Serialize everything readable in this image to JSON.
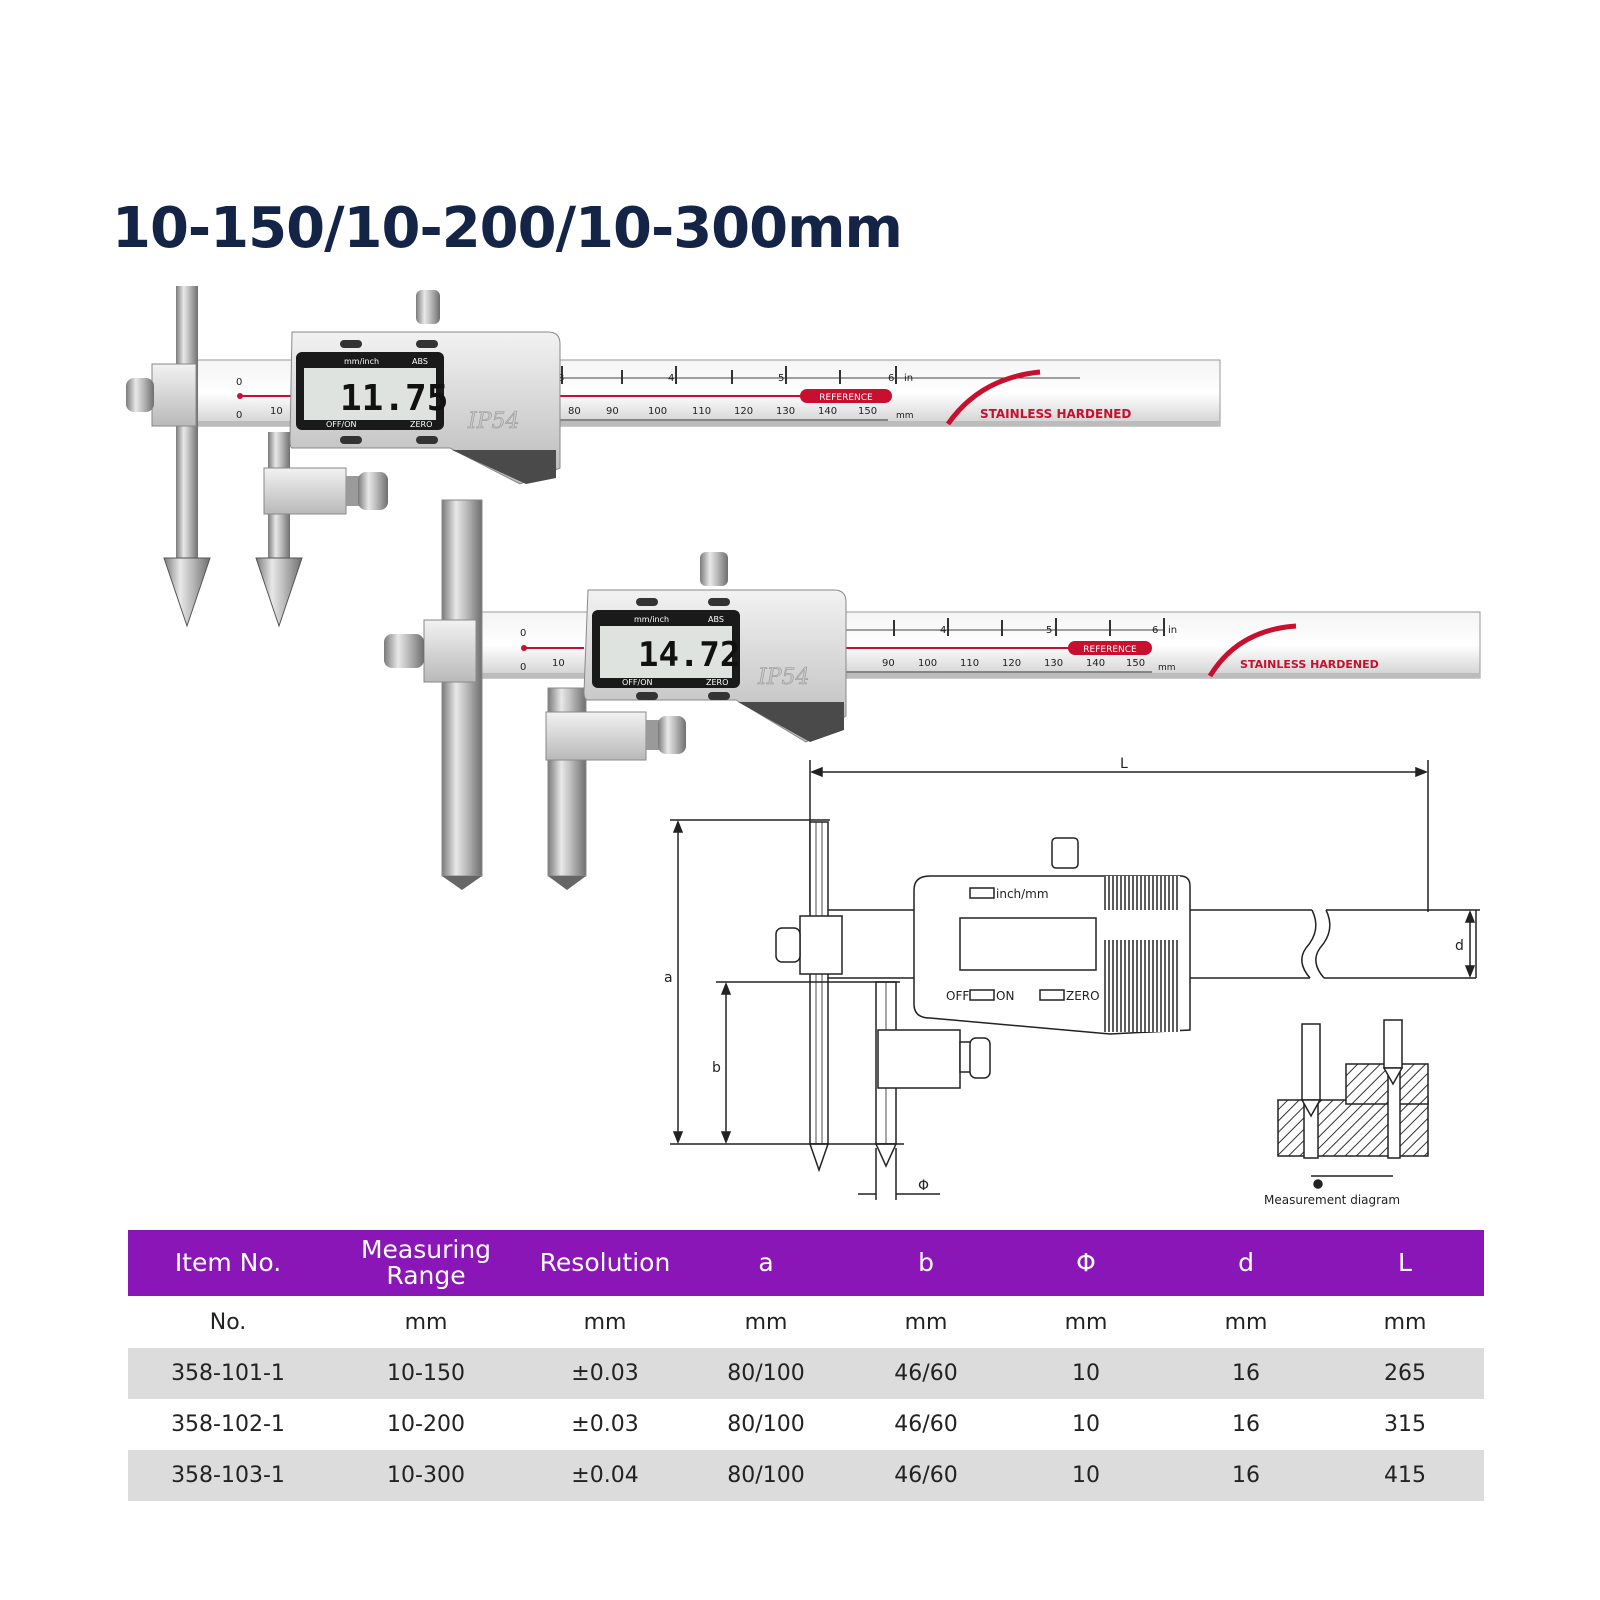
{
  "title": "10-150/10-200/10-300mm",
  "caliper_top": {
    "lcd_reading": "11.75",
    "lcd_mode": "mm/inch",
    "lcd_abs": "ABS",
    "lcd_off_on": "OFF/ON",
    "lcd_zero": "ZERO",
    "rating": "IP54",
    "reference": "REFERENCE",
    "brand_strip": "STAINLESS HARDENED",
    "inch_label": "in",
    "mm_label": "mm"
  },
  "caliper_bottom": {
    "lcd_reading": "14.72",
    "lcd_mode": "mm/inch",
    "lcd_abs": "ABS",
    "lcd_off_on": "OFF/ON",
    "lcd_zero": "ZERO",
    "rating": "IP54",
    "reference": "REFERENCE",
    "brand_strip": "STAINLESS HARDENED",
    "inch_label": "in",
    "mm_label": "mm"
  },
  "diagram": {
    "dim_L": "L",
    "dim_a": "a",
    "dim_b": "b",
    "dim_d": "d",
    "dim_phi": "Φ",
    "btn_inch_mm": "inch/mm",
    "btn_off": "OFF",
    "btn_on": "ON",
    "btn_zero": "ZERO",
    "measurement_caption": "Measurement diagram"
  },
  "table": {
    "headers": [
      "Item No.",
      "Measuring Range",
      "Resolution",
      "a",
      "b",
      "Φ",
      "d",
      "L"
    ],
    "units": [
      "No.",
      "mm",
      "mm",
      "mm",
      "mm",
      "mm",
      "mm",
      "mm"
    ],
    "rows": [
      [
        "358-101-1",
        "10-150",
        "±0.03",
        "80/100",
        "46/60",
        "10",
        "16",
        "265"
      ],
      [
        "358-102-1",
        "10-200",
        "±0.03",
        "80/100",
        "46/60",
        "10",
        "16",
        "315"
      ],
      [
        "358-103-1",
        "10-300",
        "±0.04",
        "80/100",
        "46/60",
        "10",
        "16",
        "415"
      ]
    ]
  },
  "colors": {
    "title": "#142447",
    "table_header": "#8b16b8",
    "row_shade": "#dcdcdc",
    "accent_red": "#c8102e"
  }
}
